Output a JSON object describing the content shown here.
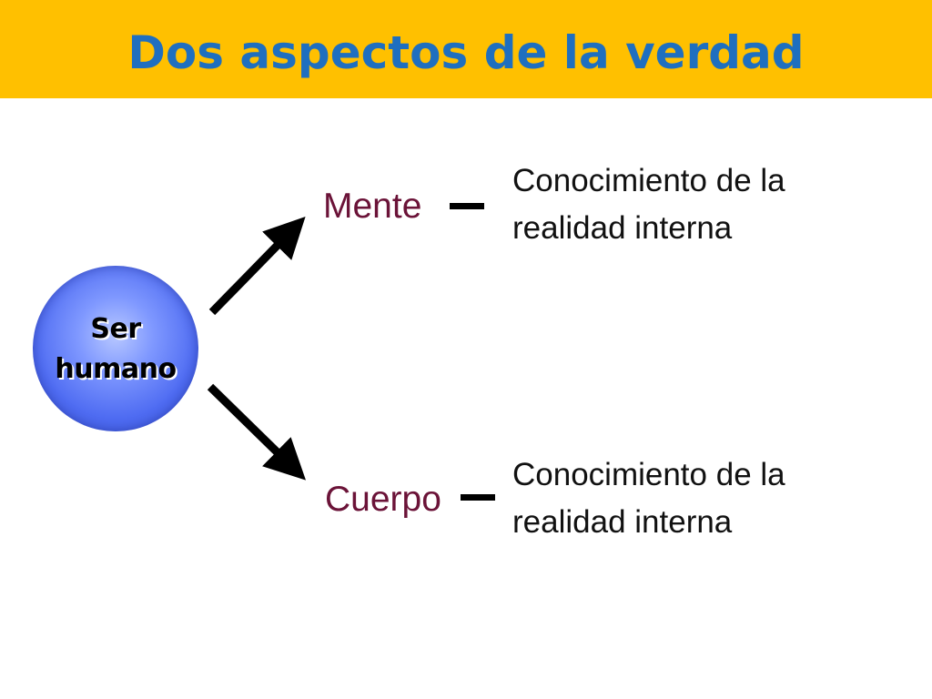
{
  "title": "Dos aspectos de la verdad",
  "center": {
    "line1": "Ser",
    "line2": "humano"
  },
  "branches": [
    {
      "label": "Mente",
      "description_line1": "Conocimiento de la",
      "description_line2": "realidad interna"
    },
    {
      "label": "Cuerpo",
      "description_line1": "Conocimiento de la",
      "description_line2": "realidad interna"
    }
  ],
  "colors": {
    "title_bar": "#ffc000",
    "title_text": "#1f6fbf",
    "branch_label": "#6b1338",
    "circle": "#4f6cf2"
  }
}
